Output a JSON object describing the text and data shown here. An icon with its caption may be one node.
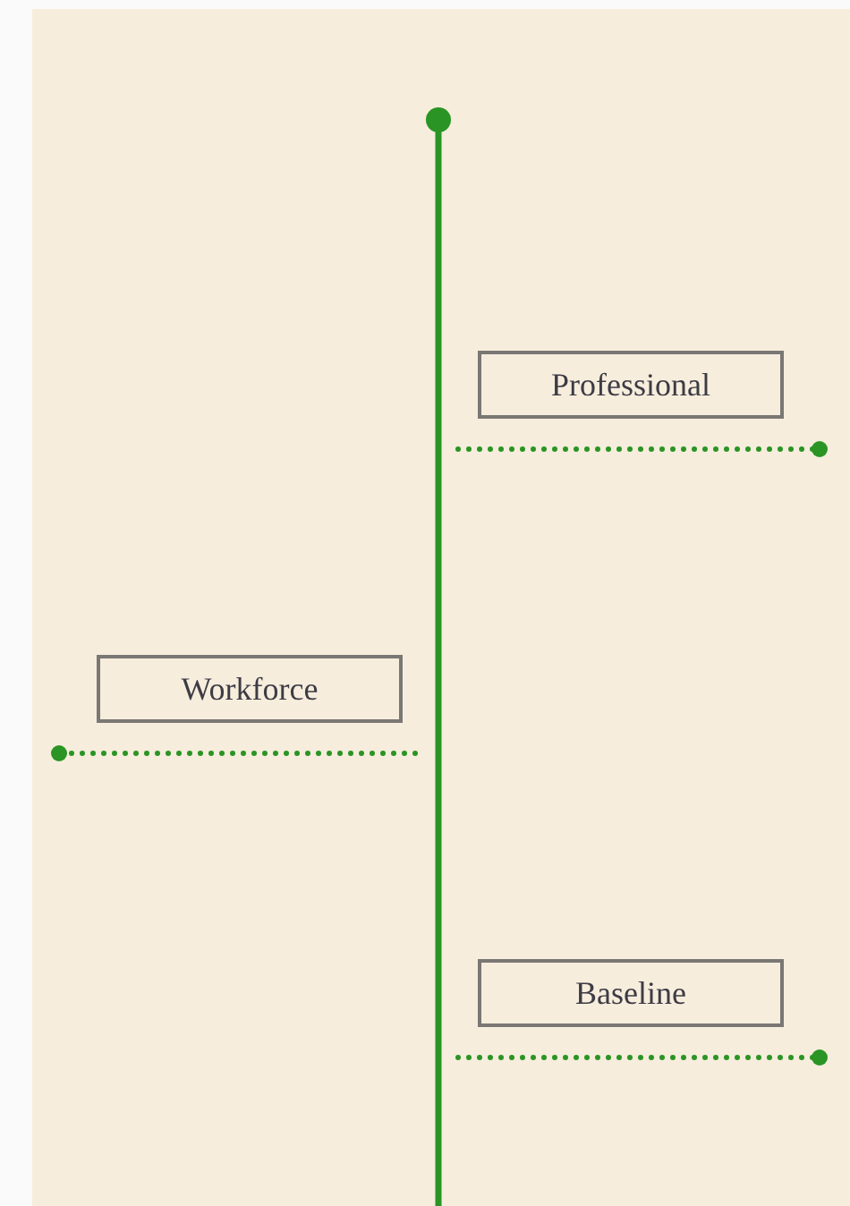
{
  "diagram": {
    "nodes": [
      {
        "text": [
          "Professional"
        ]
      },
      {
        "text": [
          "Workforce"
        ]
      },
      {
        "text": [
          "Baseline"
        ]
      }
    ]
  }
}
